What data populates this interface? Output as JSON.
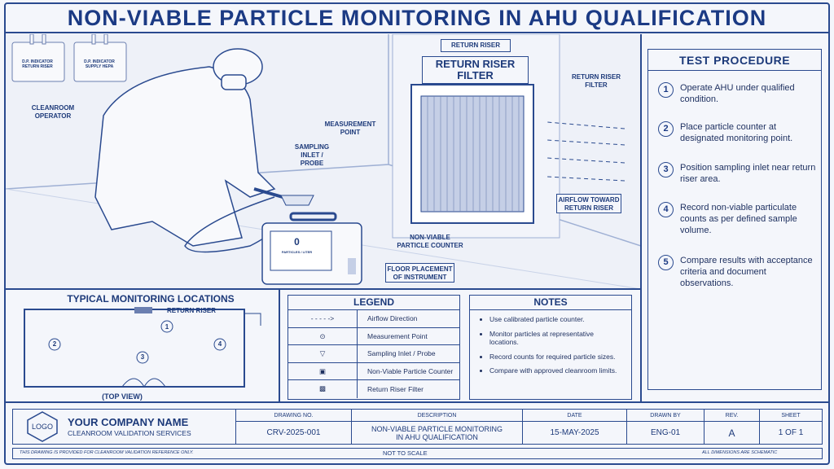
{
  "title": "NON-VIABLE PARTICLE MONITORING IN AHU QUALIFICATION",
  "illustration": {
    "dp_indicators": [
      {
        "line1": "D.P. INDICATOR",
        "line2": "RETURN RISER"
      },
      {
        "line1": "D.P. INDICATOR",
        "line2": "SUPPLY HEPA"
      }
    ],
    "cleanroom_operator": "CLEANROOM OPERATOR",
    "sampling_inlet": "SAMPLING INLET / PROBE",
    "measurement_point": "MEASUREMENT POINT",
    "return_riser_sign": "RETURN RISER",
    "return_riser_filter_header": "RETURN RISER FILTER",
    "return_riser_filter_label": "RETURN RISER FILTER",
    "airflow_label": "AIRFLOW TOWARD RETURN RISER",
    "counter_label": "NON-VIABLE PARTICLE COUNTER",
    "floor_placement": "FLOOR PLACEMENT OF INSTRUMENT",
    "counter_screen": {
      "value": "0",
      "unit": "PARTICLES / LITER"
    }
  },
  "procedure": {
    "title": "TEST PROCEDURE",
    "steps": [
      {
        "n": "1",
        "text": "Operate AHU under qualified condition."
      },
      {
        "n": "2",
        "text": "Place particle counter at designated monitoring point."
      },
      {
        "n": "3",
        "text": "Position sampling inlet near return riser area."
      },
      {
        "n": "4",
        "text": "Record non-viable particulate counts as per defined sample volume."
      },
      {
        "n": "5",
        "text": "Compare results with acceptance criteria and document observations."
      }
    ]
  },
  "locations": {
    "title": "TYPICAL MONITORING LOCATIONS",
    "return_riser": "RETURN RISER",
    "points": [
      "1",
      "2",
      "3",
      "4"
    ],
    "view": "(TOP VIEW)"
  },
  "legend": {
    "title": "LEGEND",
    "items": [
      "Airflow Direction",
      "Measurement Point",
      "Sampling Inlet / Probe",
      "Non-Viable Particle Counter",
      "Return Riser Filter"
    ]
  },
  "notes": {
    "title": "NOTES",
    "items": [
      "Use calibrated particle counter.",
      "Monitor particles at representative locations.",
      "Record counts for required particle sizes.",
      "Compare with approved cleanroom limits."
    ]
  },
  "title_block": {
    "logo": "LOGO",
    "company": "YOUR COMPANY NAME",
    "subtitle": "CLEANROOM VALIDATION SERVICES",
    "headers": [
      "DRAWING NO.",
      "DESCRIPTION",
      "DATE",
      "DRAWN BY",
      "REV.",
      "SHEET"
    ],
    "values": [
      "CRV-2025-001",
      "NON-VIABLE PARTICLE MONITORING IN AHU QUALIFICATION",
      "15-MAY-2025",
      "ENG-01",
      "A",
      "1 OF 1"
    ],
    "footer_left": "THIS DRAWING IS PROVIDED FOR CLEANROOM VALIDATION REFERENCE ONLY.",
    "footer_center": "NOT TO SCALE",
    "footer_right": "ALL DIMENSIONS ARE SCHEMATIC"
  }
}
